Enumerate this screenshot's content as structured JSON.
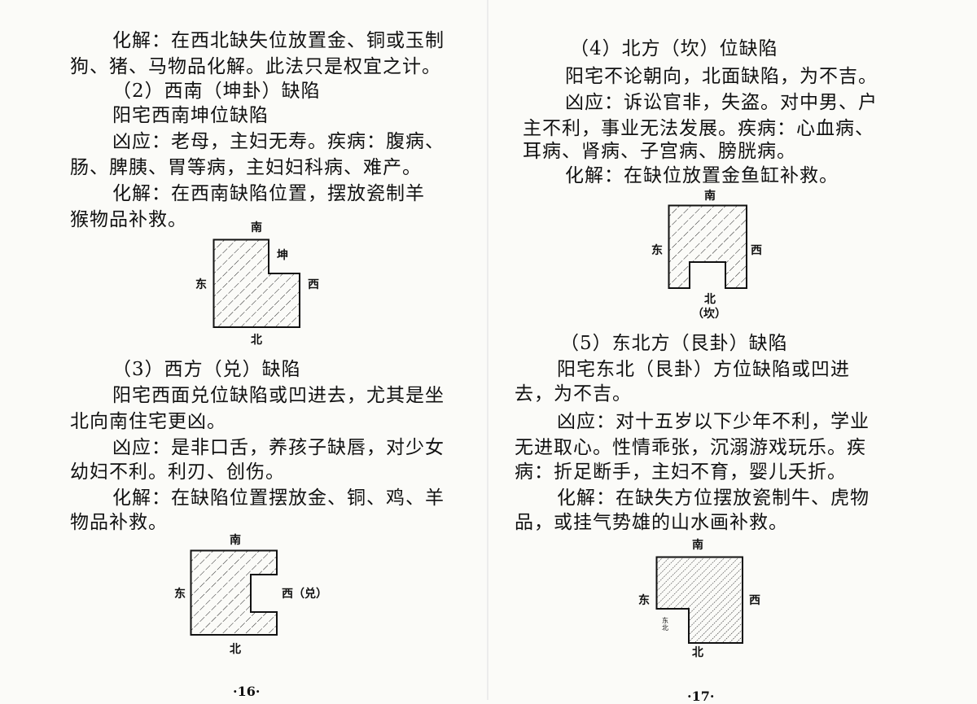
{
  "left_page": {
    "lines": [
      "化解：在西北缺失位放置金、铜或玉制",
      "狗、猪、马物品化解。此法只是权宜之计。",
      "（2）西南（坤卦）缺陷",
      "阳宅西南坤位缺陷",
      "凶应：老母，主妇无寿。疾病：腹病、",
      "肠、脾胰、胃等病，主妇妇科病、难产。",
      "化解：在西南缺陷位置，摆放瓷制羊",
      "猴物品补救。",
      "（3）西方（兑）缺陷",
      "阳宅西面兑位缺陷或凹进去，尤其是坐",
      "北向南住宅更凶。",
      "凶应：是非口舌，养孩子缺唇，对少女",
      "幼妇不利。利刃、创伤。",
      "化解：在缺陷位置摆放金、铜、鸡、羊",
      "物品补救。"
    ],
    "diagram1": {
      "south": "南",
      "kun": "坤",
      "east": "东",
      "west": "西",
      "north": "北"
    },
    "diagram2": {
      "south": "南",
      "east": "东",
      "west": "西（兑）",
      "north": "北"
    },
    "page_number": "·16·"
  },
  "right_page": {
    "lines": [
      "（4）北方（坎）位缺陷",
      "阳宅不论朝向，北面缺陷，为不吉。",
      "凶应：诉讼官非，失盗。对中男、户",
      "主不利，事业无法发展。疾病：心血病、",
      "耳病、肾病、子宫病、膀胱病。",
      "化解：在缺位放置金鱼缸补救。",
      "（5）东北方（艮卦）缺陷",
      "阳宅东北（艮卦）方位缺陷或凹进",
      "去，为不吉。",
      "凶应：对十五岁以下少年不利，学业",
      "无进取心。性情乖张，沉溺游戏玩乐。疾",
      "病：折足断手，主妇不育，婴儿夭折。",
      "化解：在缺失方位摆放瓷制牛、虎物",
      "品，或挂气势雄的山水画补救。"
    ],
    "diagram3": {
      "south": "南",
      "east": "东",
      "west": "西",
      "north": "北",
      "kan": "（坎）"
    },
    "diagram4": {
      "south": "南",
      "east": "东",
      "west": "西",
      "north": "北",
      "northeast": "东北"
    },
    "page_number": "·17·"
  }
}
